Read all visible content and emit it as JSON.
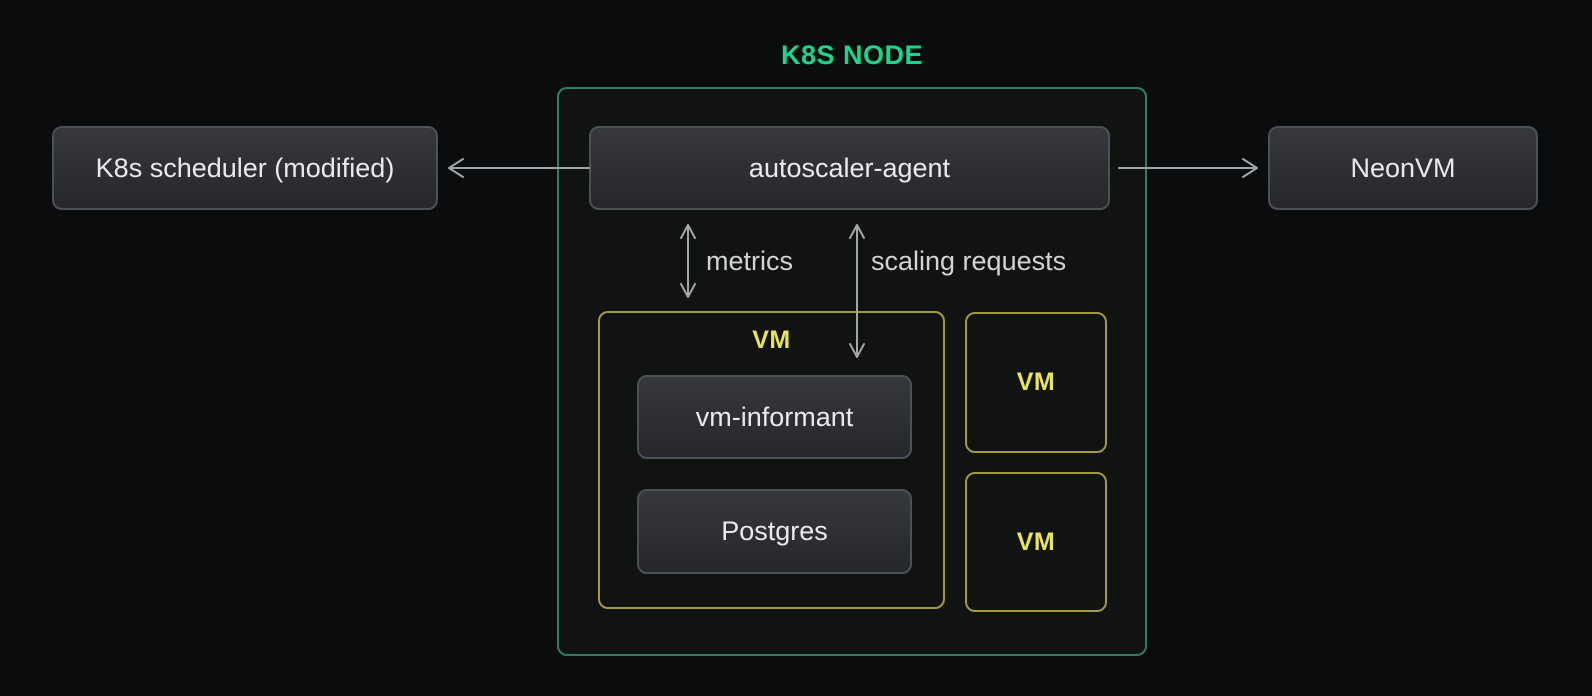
{
  "title": "K8S NODE",
  "nodes": {
    "scheduler": {
      "label": "K8s scheduler (modified)"
    },
    "autoscaler": {
      "label": "autoscaler-agent"
    },
    "neonvm": {
      "label": "NeonVM"
    },
    "vm_informant": {
      "label": "vm-informant"
    },
    "postgres": {
      "label": "Postgres"
    }
  },
  "vm_groups": {
    "main_vm": {
      "label": "VM"
    },
    "vm_2": {
      "label": "VM"
    },
    "vm_3": {
      "label": "VM"
    }
  },
  "edges": {
    "metrics": {
      "label": "metrics",
      "style": "double-headed-vertical"
    },
    "scaling_requests": {
      "label": "scaling requests",
      "style": "double-headed-vertical"
    },
    "to_scheduler": {
      "from": "autoscaler-agent",
      "to": "K8s scheduler (modified)",
      "style": "single-headed-left"
    },
    "to_neonvm": {
      "from": "autoscaler-agent",
      "to": "NeonVM",
      "style": "single-headed-right"
    }
  },
  "colors": {
    "bg": "#0b0c0d",
    "container_bg": "#111312",
    "accent_green": "#16d68c",
    "green_border": "#2b7f63",
    "yellow_border": "#a19b3d",
    "yellow_text": "#eae257",
    "box_border": "#4d5055",
    "box_text": "#e9eaec",
    "arrow": "#a4a7aa",
    "label_text": "#d2d4d6"
  }
}
